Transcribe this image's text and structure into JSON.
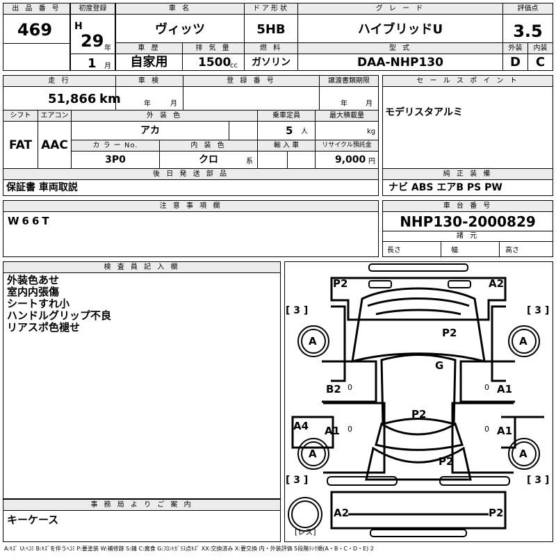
{
  "hdr": {
    "lot": "出 品 番 号",
    "first_reg": "初度登録",
    "car_name": "車 名",
    "door": "ドア形状",
    "grade": "グ レ ー ド",
    "score": "評価点",
    "history": "車 歴",
    "displacement": "排 気 量",
    "fuel": "燃 料",
    "model": "型 式",
    "exterior": "外装",
    "interior": "内装",
    "mileage": "走 行",
    "inspection": "車 検",
    "reg_no": "登 録 番 号",
    "transfer_deadline": "譲渡書類期限",
    "sales_point": "セ ー ル ス ポ イ ン ト",
    "shift": "シフト",
    "aircon": "エアコン",
    "ext_color": "外 装 色",
    "capacity": "乗車定員",
    "max_load": "最大積載量",
    "color_no": "カ ラ ー No.",
    "int_color": "内 装 色",
    "import": "輸 入 車",
    "recycle": "リサイクル預託金",
    "later_parts": "後 日 発 送 部 品",
    "genuine": "純 正 装 備",
    "notes": "注 意 事 項 欄",
    "chassis": "車 台 番 号",
    "spec": "諸 元",
    "inspector": "検 査 員 記 入 欄",
    "office": "事 務 局 よ り ご 案 内"
  },
  "units": {
    "era": "H",
    "year": "年",
    "month": "月",
    "km": "km",
    "cc": "cc",
    "nen": "年",
    "tsuki": "月",
    "nen2": "年",
    "tsuki2": "月",
    "nin": "人",
    "kg": "kg",
    "kei": "系",
    "yen": "円",
    "length": "長さ",
    "width": "幅",
    "height": "高さ"
  },
  "vals": {
    "lot": "469",
    "year": "29",
    "month": "1",
    "car_name": "ヴィッツ",
    "door": "5HB",
    "grade": "ハイブリッドU",
    "score": "3.5",
    "history": "自家用",
    "displacement": "1500",
    "fuel": "ガソリン",
    "model": "DAA-NHP130",
    "exterior": "D",
    "interior": "C",
    "mileage": "51,866",
    "sales_point": "モデリスタアルミ",
    "shift": "FAT",
    "aircon": "AAC",
    "ext_color": "アカ",
    "capacity": "5",
    "color_no": "3P0",
    "int_color": "クロ",
    "recycle": "9,000",
    "later_parts": "保証書 車両取説",
    "genuine": "ナビ ABS エアB PS PW",
    "notes": "W66T",
    "chassis": "NHP130-2000829",
    "office": "キーケース"
  },
  "inspector_remarks": [
    "外装色あせ",
    "室内内張傷",
    "シートすれ小",
    "ハンドルグリップ不良",
    "リアスポ色褪せ"
  ],
  "diagram": {
    "tl": "P2",
    "tr": "A2",
    "t3l": "[ 3 ]",
    "t3r": "[ 3 ]",
    "wfl": "A",
    "wfr": "A",
    "hood": "P2",
    "roof": "G",
    "b2": "B2",
    "a1r": "A1",
    "a4": "A4",
    "a1l": "A1",
    "p2c": "P2",
    "a1r2": "A1",
    "wrl": "A",
    "wrr": "A",
    "p2r": "P2",
    "b3l": "[ 3 ]",
    "b3r": "[ 3 ]",
    "a2b": "A2",
    "p2b": "P2",
    "spare": "[レス]",
    "z1": "0",
    "z2": "0",
    "z3": "0",
    "z4": "0"
  },
  "legend": "A:ｷｽﾞ U:ﾍｺﾐ B:ｷｽﾞを伴うﾍｺﾐ P:要塗装 W:補修跡 S:錆 C:腐食 G:ﾌﾛﾝﾄｶﾞﾗｽ点ｷｽﾞ XX:交換済み X:要交換 内・外装評価 5段階ﾗﾝｸ順(A・B・C・D・E) 2"
}
